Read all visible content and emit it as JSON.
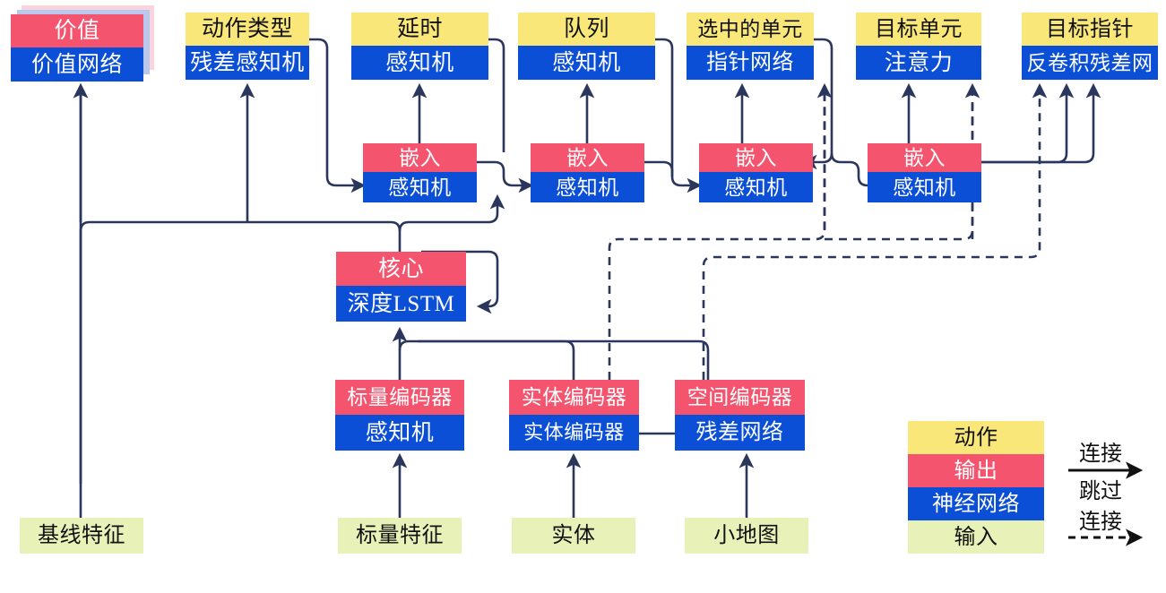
{
  "diagram": {
    "title": "AlphaStar-style policy network architecture (Chinese labels)",
    "palette": {
      "action": "#f9e879",
      "output": "#f4546e",
      "network": "#0b4fd6",
      "input": "#e8f2b8",
      "wire": "#2b3category",
      "wire_color": "#2b365c",
      "shadow_pink": "#fbd3dd",
      "shadow_blue": "#b9c8ef"
    },
    "nodes": [
      {
        "id": "value",
        "top": "价值",
        "top_kind": "output",
        "bottom": "价值网络",
        "bottom_kind": "network",
        "stacked": true
      },
      {
        "id": "action_type",
        "top": "动作类型",
        "top_kind": "action",
        "bottom": "残差感知机",
        "bottom_kind": "network",
        "stacked": false
      },
      {
        "id": "delay",
        "top": "延时",
        "top_kind": "action",
        "bottom": "感知机",
        "bottom_kind": "network",
        "stacked": false
      },
      {
        "id": "queue",
        "top": "队列",
        "top_kind": "action",
        "bottom": "感知机",
        "bottom_kind": "network",
        "stacked": false
      },
      {
        "id": "selected_units",
        "top": "选中的单元",
        "top_kind": "action",
        "bottom": "指针网络",
        "bottom_kind": "network",
        "stacked": false
      },
      {
        "id": "target_unit",
        "top": "目标单元",
        "top_kind": "action",
        "bottom": "注意力",
        "bottom_kind": "network",
        "stacked": false
      },
      {
        "id": "target_point",
        "top": "目标指针",
        "top_kind": "action",
        "bottom": "反卷积残差网",
        "bottom_kind": "network",
        "stacked": false
      },
      {
        "id": "embed1",
        "top": "嵌入",
        "top_kind": "output",
        "bottom": "感知机",
        "bottom_kind": "network",
        "stacked": false
      },
      {
        "id": "embed2",
        "top": "嵌入",
        "top_kind": "output",
        "bottom": "感知机",
        "bottom_kind": "network",
        "stacked": false
      },
      {
        "id": "embed3",
        "top": "嵌入",
        "top_kind": "output",
        "bottom": "感知机",
        "bottom_kind": "network",
        "stacked": false
      },
      {
        "id": "embed4",
        "top": "嵌入",
        "top_kind": "output",
        "bottom": "感知机",
        "bottom_kind": "network",
        "stacked": false
      },
      {
        "id": "core",
        "top": "核心",
        "top_kind": "output",
        "bottom": "深度LSTM",
        "bottom_kind": "network",
        "stacked": false
      },
      {
        "id": "scalar_enc",
        "top": "标量编码器",
        "top_kind": "output",
        "bottom": "感知机",
        "bottom_kind": "network",
        "stacked": false
      },
      {
        "id": "entity_enc",
        "top": "实体编码器",
        "top_kind": "output",
        "bottom": "实体编码器",
        "bottom_kind": "network",
        "stacked": false
      },
      {
        "id": "spatial_enc",
        "top": "空间编码器",
        "top_kind": "output",
        "bottom": "残差网络",
        "bottom_kind": "network",
        "stacked": false
      }
    ],
    "inputs": [
      {
        "id": "baseline_features",
        "label": "基线特征"
      },
      {
        "id": "scalar_features",
        "label": "标量特征"
      },
      {
        "id": "entities",
        "label": "实体"
      },
      {
        "id": "minimap",
        "label": "小地图"
      }
    ],
    "legend": {
      "swatches": [
        {
          "id": "legend-action",
          "label": "动作",
          "kind": "action"
        },
        {
          "id": "legend-output",
          "label": "输出",
          "kind": "output"
        },
        {
          "id": "legend-network",
          "label": "神经网络",
          "kind": "network"
        },
        {
          "id": "legend-input",
          "label": "输入",
          "kind": "input"
        }
      ],
      "connection_label": "连接",
      "skip_label_line1": "跳过",
      "skip_label_line2": "连接"
    }
  }
}
